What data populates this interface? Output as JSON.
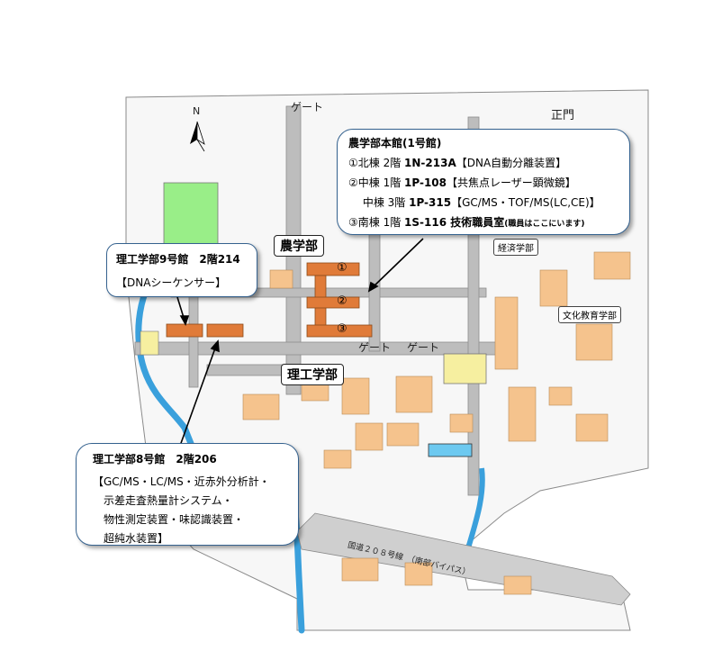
{
  "labels": {
    "north": "N",
    "gate_top": "ゲート",
    "main_gate": "正門",
    "agriculture": "農学部",
    "science_eng": "理工学部",
    "economics": "経済学部",
    "culture_edu": "文化教育学部",
    "gate_center_left": "ゲート",
    "gate_center_right": "ゲート",
    "route": "国道２０８号線　（南部バイパス）",
    "marker1": "①",
    "marker2": "②",
    "marker3": "③"
  },
  "callout_agri": {
    "title": "農学部本館(1号館)",
    "lines": [
      {
        "a": "①北棟 2階 ",
        "b": "1N-213A",
        "c": "【DNA自動分離装置】",
        "d": ""
      },
      {
        "a": "②中棟 1階 ",
        "b": "1P-108",
        "c": "【共焦点レーザー顕微鏡】",
        "d": ""
      },
      {
        "a": "　 中棟 3階 ",
        "b": "1P-315",
        "c": "【GC/MS・TOF/MS(LC,CE)】",
        "d": ""
      },
      {
        "a": "③南棟 1階 ",
        "b": "1S-116",
        "c": " 技術職員室",
        "d": "(職員はここにいます)"
      }
    ]
  },
  "callout_sci9": {
    "title": "理工学部9号館　2階214",
    "line": "【DNAシーケンサー】"
  },
  "callout_sci8": {
    "title": "理工学部8号館　2階206",
    "lines": [
      "【GC/MS・LC/MS・近赤外分析計・",
      "　示差走査熱量計システム・",
      "　物性測定装置・味認識装置・",
      "　超純水装置】"
    ]
  },
  "colors": {
    "building": "#f5c38d",
    "highlight": "#e07b39",
    "road": "#b9b9b9",
    "water": "#2f9ad6",
    "green": "#99ee88",
    "outline": "#7a7a7a"
  }
}
